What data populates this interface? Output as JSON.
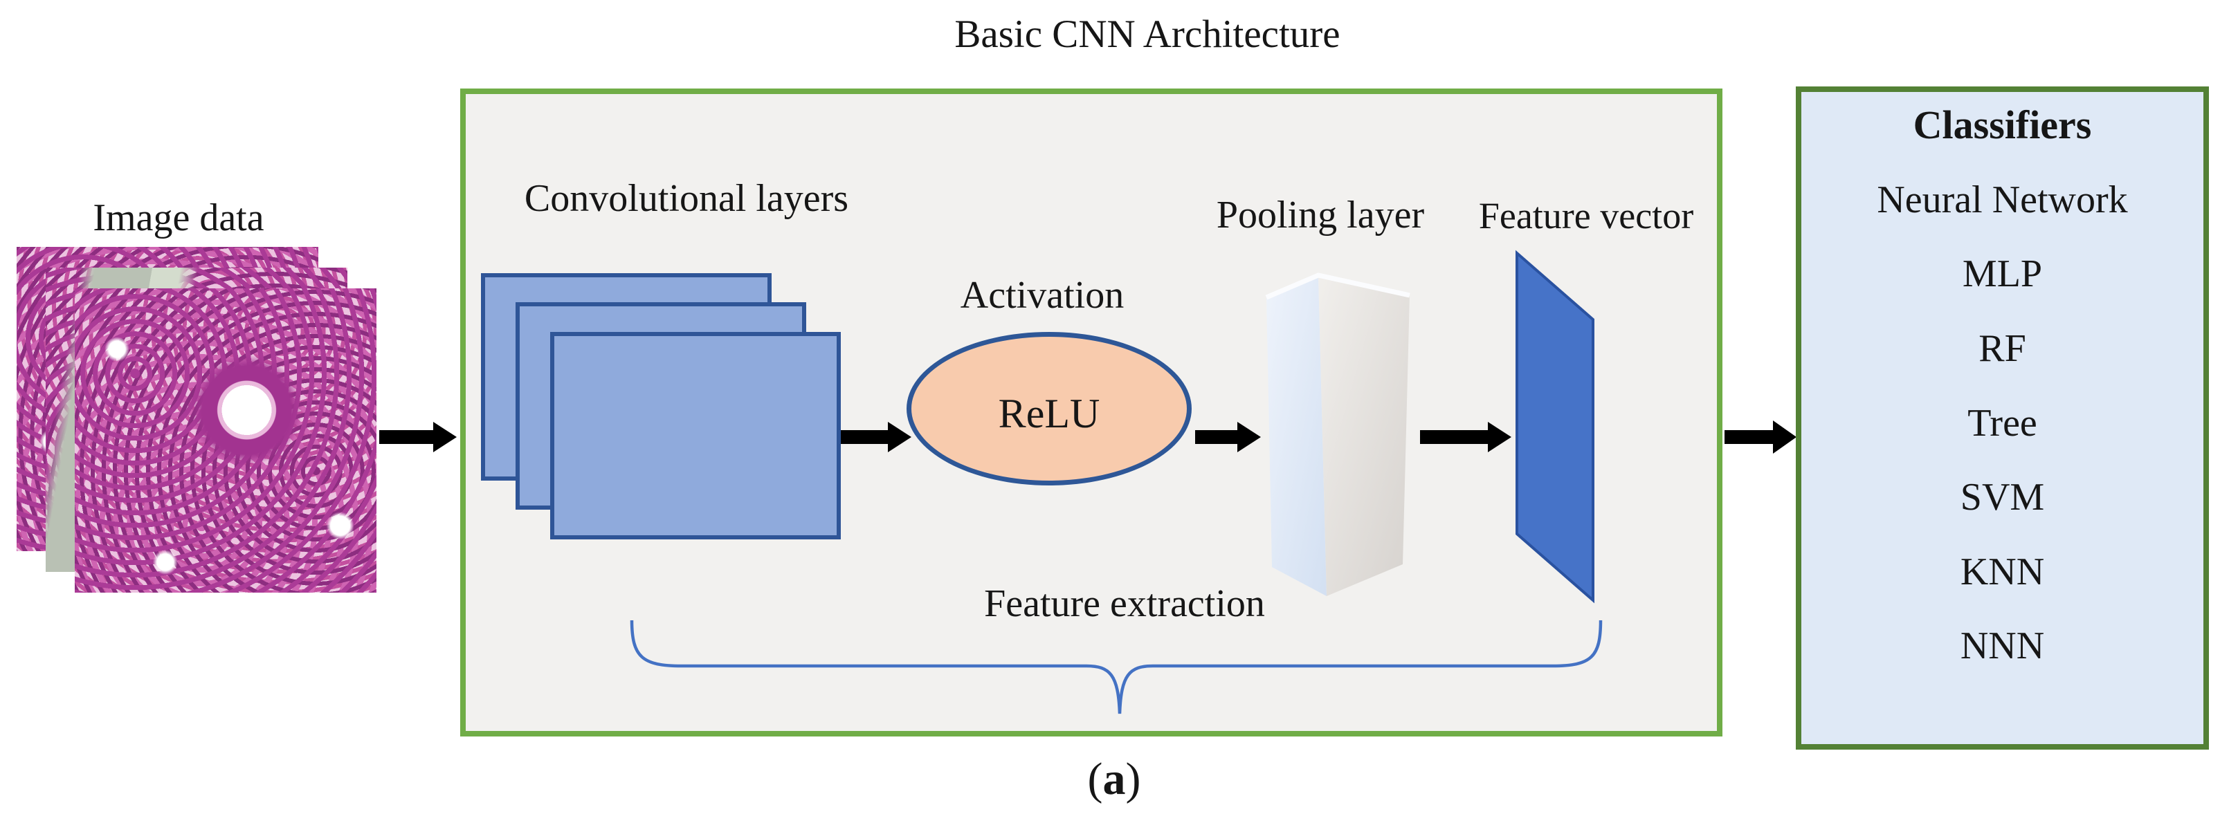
{
  "diagram": {
    "title": "Basic CNN Architecture",
    "image_data_label": "Image data",
    "conv_label": "Convolutional layers",
    "activation_label": "Activation",
    "relu_label": "ReLU",
    "pooling_label": "Pooling layer",
    "feature_vector_label": "Feature vector",
    "feature_extraction_label": "Feature extraction",
    "caption": {
      "open": "(",
      "letter": "a",
      "close": ")"
    }
  },
  "classifiers": {
    "title": "Classifiers",
    "items": [
      "Neural Network",
      "MLP",
      "RF",
      "Tree",
      "SVM",
      "KNN",
      "NNN"
    ]
  },
  "colors": {
    "cnn_box_border": "#70ad47",
    "cnn_box_fill": "#f2f1ef",
    "classifier_box_border": "#538135",
    "classifier_box_fill": "#dfe9f6",
    "conv_layer_fill": "#8faadc",
    "conv_layer_border": "#2f5597",
    "activation_fill": "#f8cbad",
    "activation_border": "#2e5797",
    "feature_vector_fill": "#4472c4",
    "brace_color": "#4472c4",
    "arrow_color": "#000000"
  }
}
